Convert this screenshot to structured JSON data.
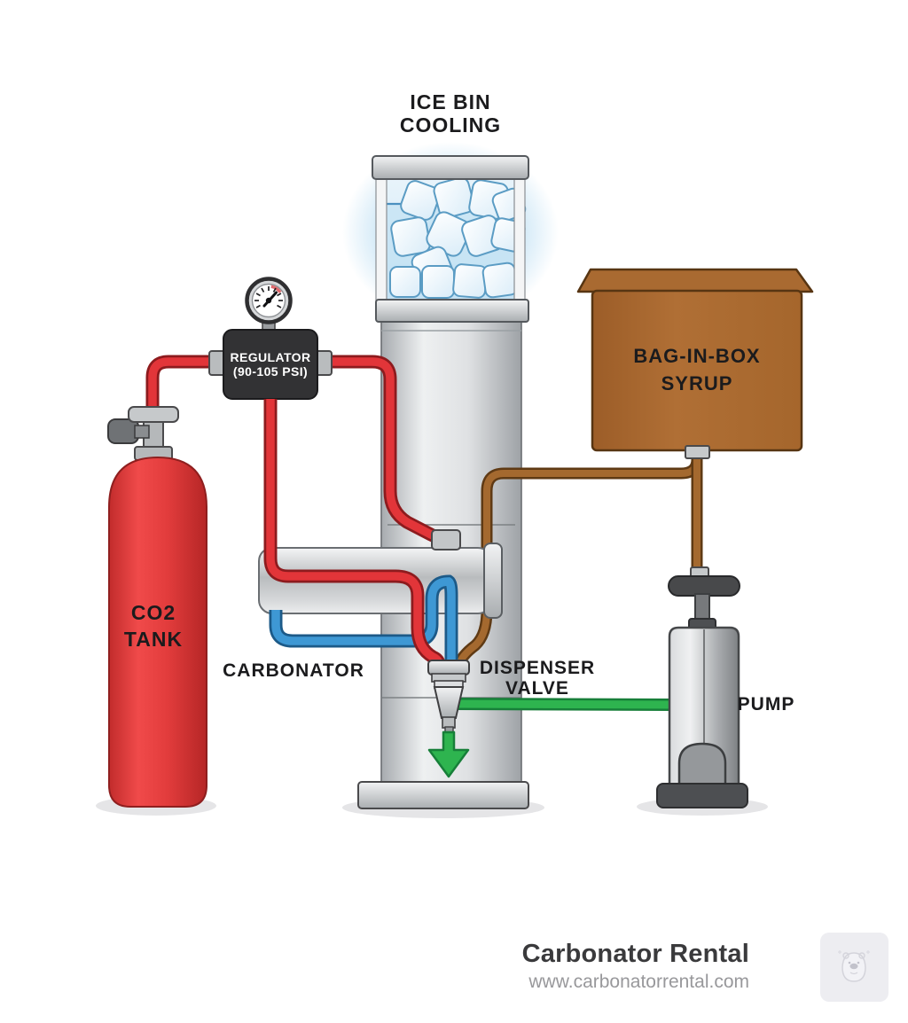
{
  "diagram": {
    "labels": {
      "ice_bin": "ICE BIN\nCOOLING",
      "regulator": "REGULATOR\n(90-105 PSI)",
      "co2_tank": "CO2\nTANK",
      "carbonator": "CARBONATOR",
      "dispenser_valve": "DISPENSER\nVALVE",
      "bag_in_box": "BAG-IN-BOX\nSYRUP",
      "pump": "PUMP"
    }
  },
  "branding": {
    "name": "Carbonator Rental",
    "url": "www.carbonatorrental.com"
  },
  "theme": {
    "colors": {
      "tube-red": "#e23539",
      "tube-red-dark": "#8d1b1e",
      "tube-blue": "#3e98d4",
      "tube-blue-dark": "#1c5a88",
      "tube-brown": "#a4692f",
      "tube-brown-dark": "#5f3a14",
      "tube-green": "#2eb44f",
      "tube-green-dark": "#177f39",
      "tank-red": "#e23c3c",
      "box-brown": "#a9672e",
      "label": "#1b1b1d",
      "brand-text": "#3a3a3c",
      "brand-url": "#98989b"
    }
  }
}
